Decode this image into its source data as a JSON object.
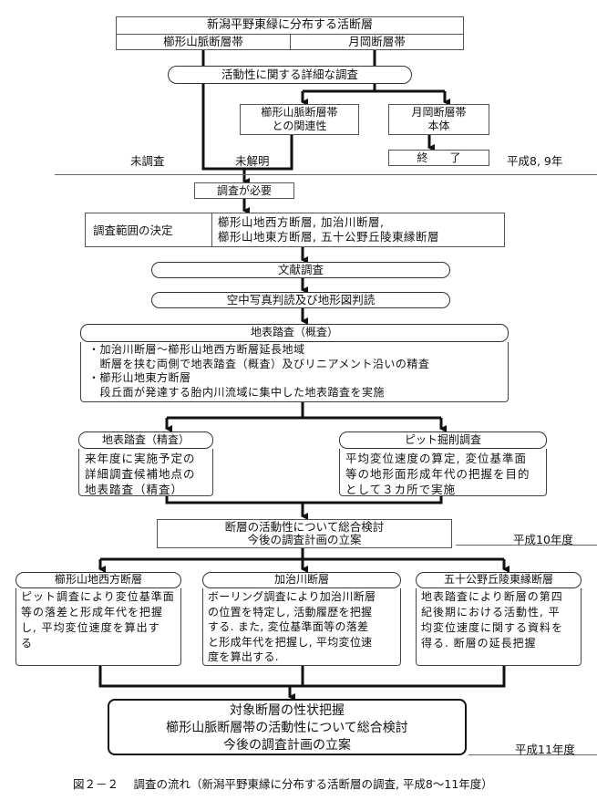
{
  "top": {
    "title": "新潟平野東緑に分布する活断層",
    "left": "櫛形山脈断層帯",
    "right": "月岡断層帯"
  },
  "detailed_survey": "活動性に関する詳細な調査",
  "relation_box": [
    "櫛形山脈断層帯",
    "との関連性"
  ],
  "tsukioka_box": [
    "月岡断層帯",
    "本体"
  ],
  "end_box": "終　　了",
  "labels": {
    "unsurveyed": "未調査",
    "unresolved": "未解明",
    "period1": "平成8, 9年",
    "period2": "平成10年度",
    "period3": "平成11年度"
  },
  "needed": "調査が必要",
  "scope": {
    "label": "調査範囲の決定",
    "lines": [
      "櫛形山地西方断層, 加治川断層,",
      "櫛形山地東方断層, 五十公野丘陵東縁断層"
    ]
  },
  "literature": "文献調査",
  "aerial": "空中写真判読及び地形図判読",
  "surface_general": {
    "title": "地表踏査（概査）",
    "lines": [
      "・加治川断層～櫛形山地西方断層延長地域",
      "　断層を挟む両側で地表踏査（概査）及びリニアメント沿いの精査",
      "・櫛形山地東方断層",
      "　段丘面が発達する胎内川流域に集中した地表踏査を実施"
    ]
  },
  "surface_detail": {
    "title": "地表踏査（精査）",
    "lines": [
      "来年度に実施予定の",
      "詳細調査候補地点の",
      "地表踏査（精査）"
    ]
  },
  "pit": {
    "title": "ピット掘削調査",
    "lines": [
      "平均変位速度の算定, 変位基準面",
      "等の地形面形成年代の把握を目的",
      "として３カ所で実施"
    ]
  },
  "review1": [
    "断層の活動性について総合検討",
    "今後の調査計画の立案"
  ],
  "branches": [
    {
      "title": "櫛形山地西方断層",
      "lines": [
        "ピット調査により変位基準面",
        "等の落差と形成年代を把握",
        "し, 平均変位速度を算出す",
        "る"
      ]
    },
    {
      "title": "加治川断層",
      "lines": [
        "ボーリング調査により加治川断層",
        "の位置を特定し, 活動履歴を把握",
        "する. また, 変位基準面等の落差",
        "と形成年代を把握し, 平均変位速",
        "度を算出する."
      ]
    },
    {
      "title": "五十公野丘陵東縁断層",
      "lines": [
        "地表踏査により断層の第四",
        "紀後期における活動性, 平",
        "均変位速度に関する資料を",
        "得る. 断層の延長把握"
      ]
    }
  ],
  "final": [
    "対象断層の性状把握",
    "櫛形山脈断層帯の活動性について総合検討",
    "今後の調査計画の立案"
  ],
  "caption": "図２－２　 調査の流れ（新潟平野東縁に分布する活断層の調査, 平成8～11年度）"
}
